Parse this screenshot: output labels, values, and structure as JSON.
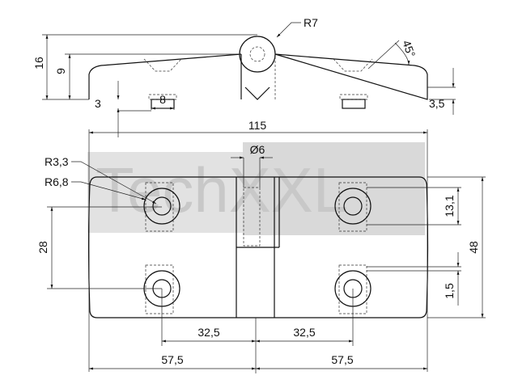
{
  "watermark": "TechXXL",
  "side_view": {
    "labels": {
      "radius_knuckle": "R7",
      "total_height": "16",
      "leaf_height": "9",
      "boss_height": "3",
      "boss_width": "8",
      "edge_height": "3,5",
      "countersink_angle": "45°"
    }
  },
  "plan_view": {
    "labels": {
      "overall_length": "115",
      "pin_diameter": "Ø6",
      "hole_radius": "R3,3",
      "counterbore_radius": "R6,8",
      "hole_vertical_spacing": "28",
      "boss_length": "13,1",
      "overall_width": "48",
      "boss_offset": "1,5",
      "hole_offset_left": "32,5",
      "hole_offset_right": "32,5",
      "half_length_left": "57,5",
      "half_length_right": "57,5"
    }
  }
}
